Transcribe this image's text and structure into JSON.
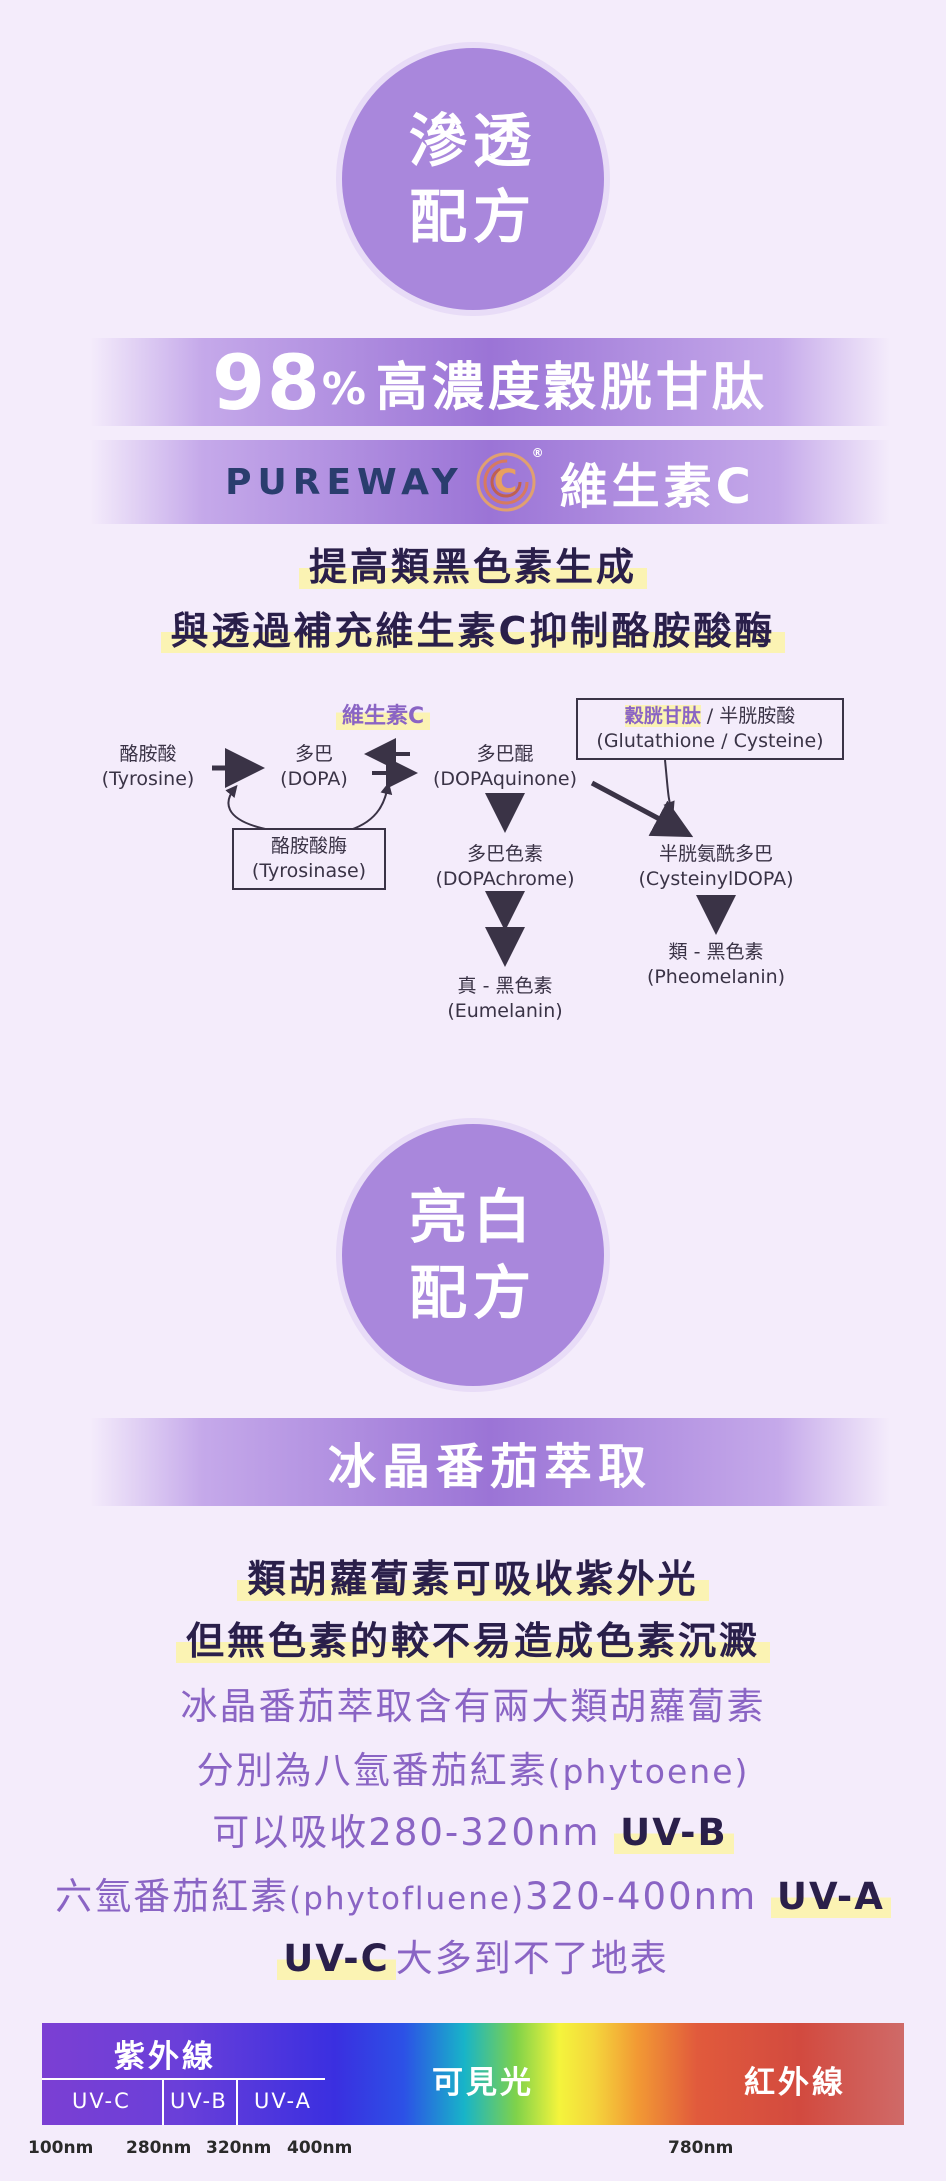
{
  "section1": {
    "circle": "滲透\n配方",
    "band1": {
      "number": "98",
      "percent": "%",
      "text": "高濃度穀胱甘肽"
    },
    "band2": {
      "brand": "PUREWAY",
      "logo_letter": "C",
      "registered": "®",
      "text": "維生素C"
    },
    "headline1": "提高類黑色素生成",
    "headline2": "與透過補充維生素C抑制酪胺酸酶"
  },
  "diagram": {
    "vitc_label": "維生素C",
    "tyrosine": {
      "zh": "酪胺酸",
      "en": "(Tyrosine)"
    },
    "dopa": {
      "zh": "多巴",
      "en": "(DOPA)"
    },
    "dopaquinone": {
      "zh": "多巴醌",
      "en": "(DOPAquinone)"
    },
    "tyrosinase": {
      "zh": "酪胺酸脢",
      "en": "(Tyrosinase)"
    },
    "glutathione": {
      "highlight": "穀胱甘肽",
      "rest": " / 半胱胺酸",
      "en": "(Glutathione / Cysteine)"
    },
    "dopachrome": {
      "zh": "多巴色素",
      "en": "(DOPAchrome)"
    },
    "eumelanin": {
      "zh": "真 - 黑色素",
      "en": "(Eumelanin)"
    },
    "cysteinyldopa": {
      "zh": "半胱氨酰多巴",
      "en": "(CysteinylDOPA)"
    },
    "pheomelanin": {
      "zh": "類 - 黑色素",
      "en": "(Pheomelanin)"
    }
  },
  "section2": {
    "circle": "亮白\n配方",
    "band": "冰晶番茄萃取",
    "headline1": "類胡蘿蔔素可吸收紫外光",
    "headline2": "但無色素的較不易造成色素沉澱",
    "line1": "冰晶番茄萃取含有兩大類胡蘿蔔素",
    "line2_a": "分別為八氫番茄紅素",
    "line2_b": "(phytoene)",
    "line3_a": "可以吸收280-320nm ",
    "line3_hl": "UV-B",
    "line4_a": "六氫番茄紅素",
    "line4_b": "(phytofluene)",
    "line4_c": "320-400nm ",
    "line4_hl": "UV-A",
    "line5_hl": "UV-C",
    "line5_a": "大多到不了地表"
  },
  "spectrum": {
    "uv_label": "紫外線",
    "visible_label": "可見光",
    "ir_label": "紅外線",
    "uvc": "UV-C",
    "uvb": "UV-B",
    "uva": "UV-A",
    "ticks": [
      "100nm",
      "280nm",
      "320nm",
      "400nm",
      "780nm"
    ]
  },
  "colors": {
    "background": "#f4ecfb",
    "circle": "#a987dc",
    "band": "#9b74d6",
    "highlight": "#fbf3b3",
    "purple_text": "#8a64c4"
  }
}
